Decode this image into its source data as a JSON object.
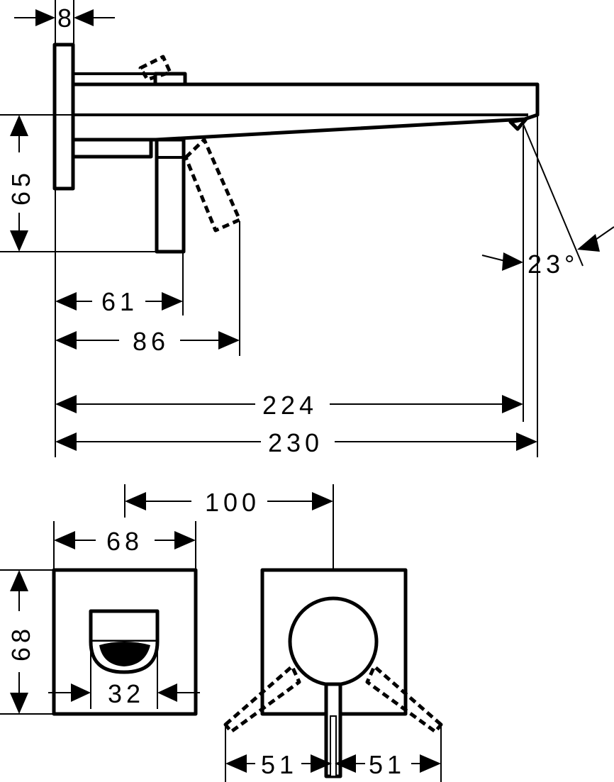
{
  "dimensions": {
    "wall_plate_thickness": "8",
    "height_65": "65",
    "lever_61": "61",
    "lever_86": "86",
    "spout_224": "224",
    "spout_230": "230",
    "angle": "23°",
    "centers_100": "100",
    "plate_width_68": "68",
    "plate_height_68": "68",
    "outlet_32": "32",
    "swing_left_51": "51",
    "swing_right_51": "51"
  }
}
